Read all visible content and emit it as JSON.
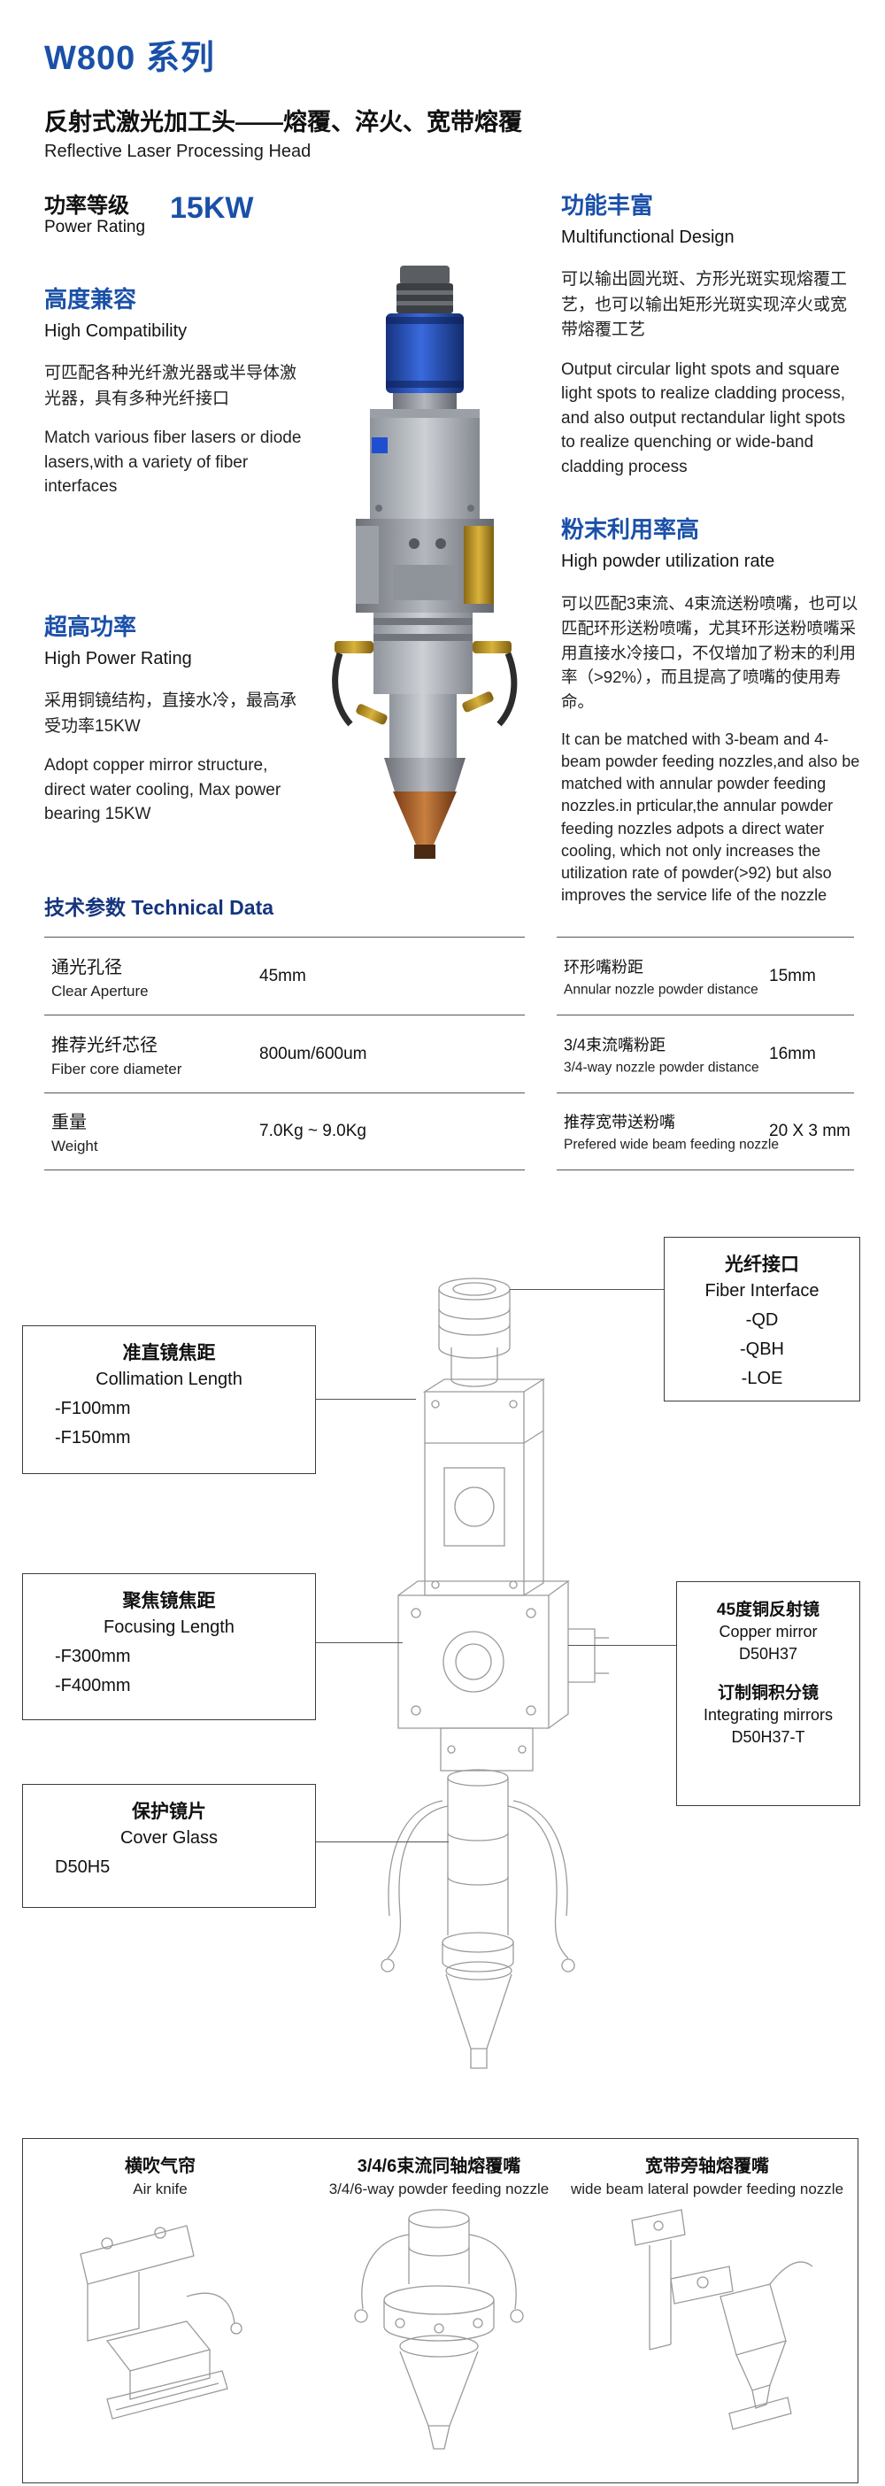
{
  "colors": {
    "accent_blue": "#1a50a8",
    "heading_navy": "#15357e",
    "line_gray": "#555555",
    "wireframe_gray": "#9a9a9a"
  },
  "header": {
    "series_title": "W800 系列",
    "subtitle_zh": "反射式激光加工头——熔覆、淬火、宽带熔覆",
    "subtitle_en": "Reflective Laser Processing Head"
  },
  "power": {
    "label_zh": "功率等级",
    "label_en": "Power Rating",
    "value": "15KW"
  },
  "features": {
    "compatibility": {
      "title_zh": "高度兼容",
      "title_en": "High Compatibility",
      "body_zh": "可匹配各种光纤激光器或半导体激光器，具有多种光纤接口",
      "body_en": "Match various fiber lasers or diode lasers,with a variety of fiber interfaces"
    },
    "high_power": {
      "title_zh": "超高功率",
      "title_en": "High Power Rating",
      "body_zh": "采用铜镜结构，直接水冷，最高承受功率15KW",
      "body_en": "Adopt copper mirror structure, direct water cooling, Max power bearing 15KW"
    },
    "multifunctional": {
      "title_zh": "功能丰富",
      "title_en": "Multifunctional Design",
      "body_zh": "可以输出圆光斑、方形光斑实现熔覆工艺，也可以输出矩形光斑实现淬火或宽带熔覆工艺",
      "body_en": "Output circular light spots and square light spots to realize cladding process, and also output rectandular light spots to realize quenching or wide-band cladding process"
    },
    "powder": {
      "title_zh": "粉末利用率高",
      "title_en": "High powder utilization rate",
      "body_zh": "可以匹配3束流、4束流送粉喷嘴，也可以匹配环形送粉喷嘴，尤其环形送粉喷嘴采用直接水冷接口，不仅增加了粉末的利用率（>92%），而且提高了喷嘴的使用寿命。",
      "body_en": "It can be matched with 3-beam and 4-beam powder feeding nozzles,and also be matched with annular powder feeding nozzles.in prticular,the annular powder feeding nozzles adpots a direct water cooling, which not only increases the utilization rate of powder(>92) but also improves the service life of the nozzle"
    }
  },
  "technical": {
    "title": "技术参数 Technical Data",
    "left_rows": [
      {
        "zh": "通光孔径",
        "en": "Clear Aperture",
        "value": "45mm"
      },
      {
        "zh": "推荐光纤芯径",
        "en": "Fiber core diameter",
        "value": "800um/600um"
      },
      {
        "zh": "重量",
        "en": "Weight",
        "value": "7.0Kg ~ 9.0Kg"
      }
    ],
    "right_rows": [
      {
        "zh": "环形嘴粉距",
        "en": "Annular nozzle powder distance",
        "value": "15mm"
      },
      {
        "zh": "3/4束流嘴粉距",
        "en": "3/4-way nozzle powder distance",
        "value": "16mm"
      },
      {
        "zh": "推荐宽带送粉嘴",
        "en": "Prefered wide beam feeding nozzle",
        "value": "20 X 3 mm"
      }
    ]
  },
  "callouts": {
    "fiber": {
      "title_zh": "光纤接口",
      "title_en": "Fiber Interface",
      "options": [
        "-QD",
        "-QBH",
        "-LOE"
      ]
    },
    "collimation": {
      "title_zh": "准直镜焦距",
      "title_en": "Collimation Length",
      "options": [
        "-F100mm",
        "-F150mm"
      ]
    },
    "focusing": {
      "title_zh": "聚焦镜焦距",
      "title_en": "Focusing Length",
      "options": [
        "-F300mm",
        "-F400mm"
      ]
    },
    "copper": {
      "title_zh": "45度铜反射镜",
      "title_en": "Copper mirror",
      "value": "D50H37",
      "title2_zh": "订制铜积分镜",
      "title2_en": "Integrating mirrors",
      "value2": "D50H37-T"
    },
    "cover": {
      "title_zh": "保护镜片",
      "title_en": "Cover Glass",
      "value": "D50H5"
    }
  },
  "bottom": {
    "items": [
      {
        "title_zh": "横吹气帘",
        "title_en": "Air knife"
      },
      {
        "title_zh": "3/4/6束流同轴熔覆嘴",
        "title_en": "3/4/6-way powder feeding nozzle"
      },
      {
        "title_zh": "宽带旁轴熔覆嘴",
        "title_en": "wide beam lateral powder feeding nozzle"
      }
    ]
  }
}
